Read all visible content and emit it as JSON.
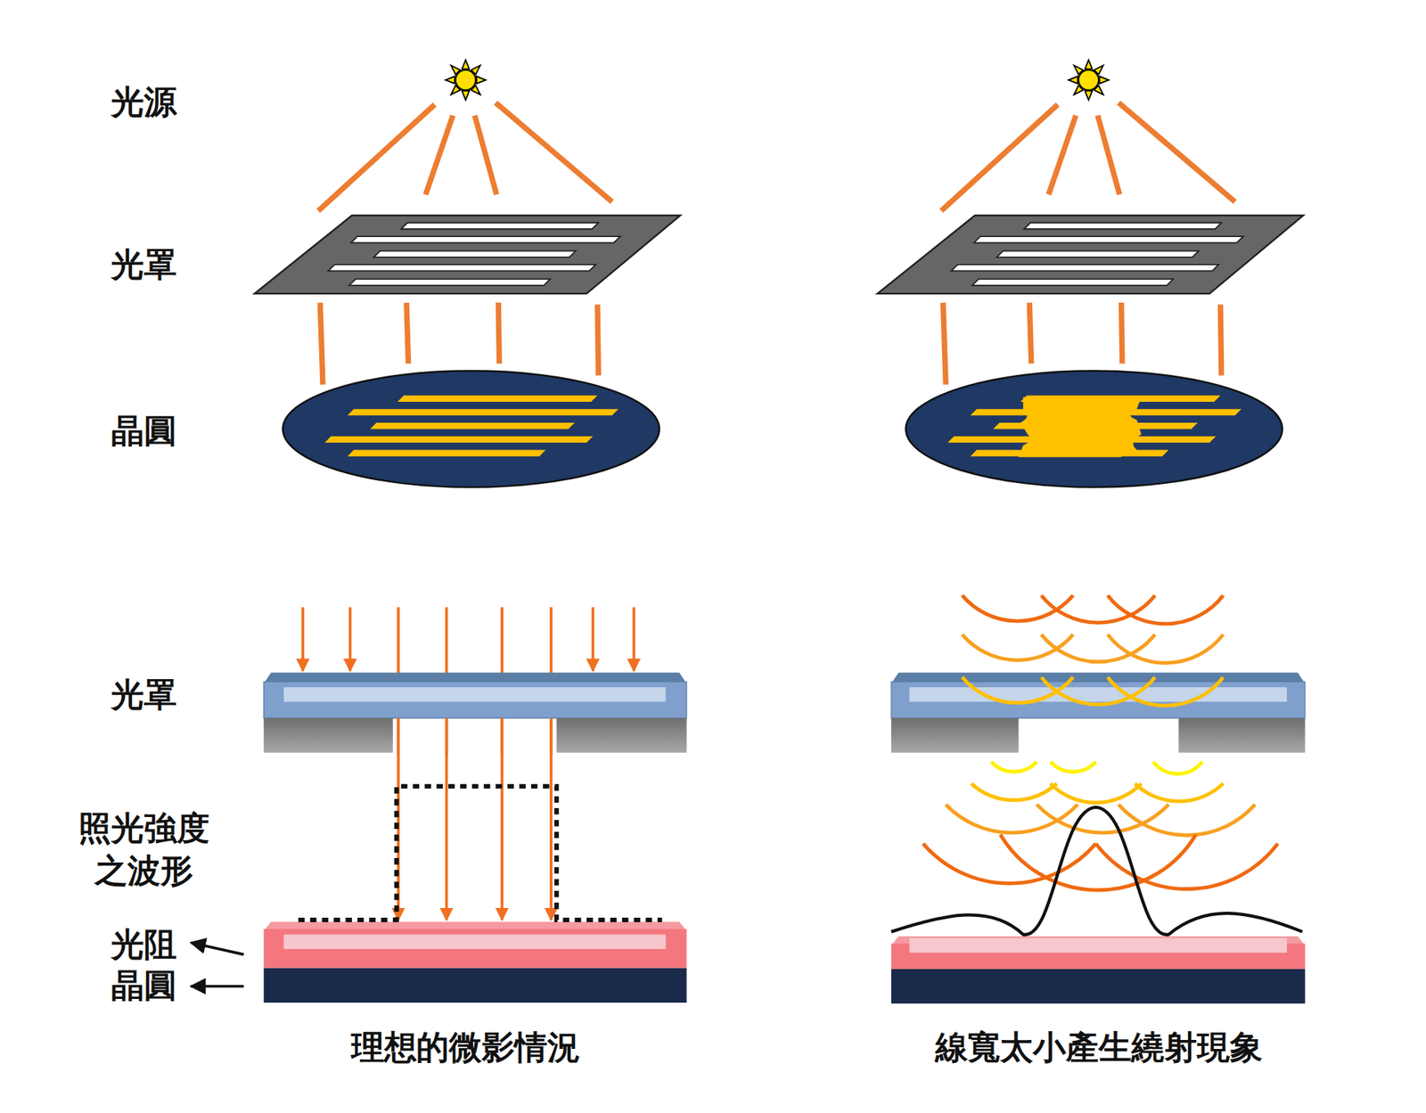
{
  "diagram": {
    "labels": [
      "光源",
      "光罩",
      "晶圓",
      "光罩",
      "照光強度 之波形",
      "光阻",
      "晶圓",
      "理想的微影情況",
      "線寬太小產生繞射現象"
    ]
  }
}
